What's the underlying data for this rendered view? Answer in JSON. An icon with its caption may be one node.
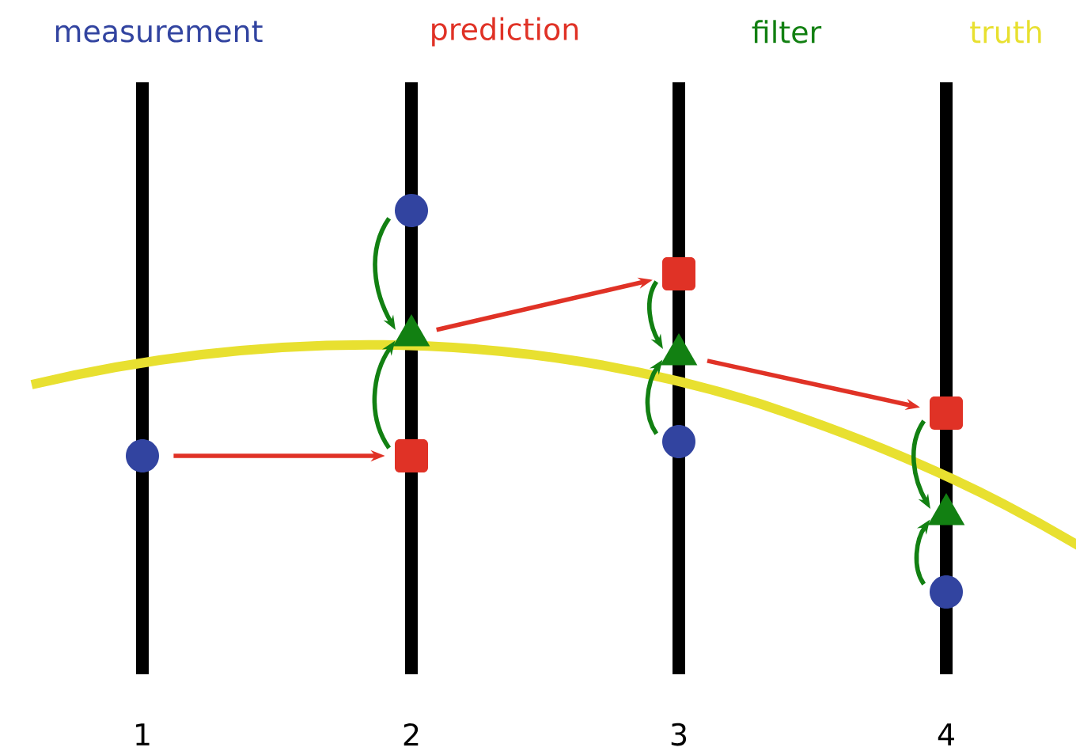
{
  "diagram": {
    "nodes": [
      {
        "text": [],
        "shape": "circle"
      },
      {
        "text": [],
        "shape": "circle"
      },
      {
        "text": [],
        "shape": "triangle"
      },
      {
        "text": [],
        "shape": "box"
      },
      {
        "text": [],
        "shape": "box"
      },
      {
        "text": [],
        "shape": "triangle"
      },
      {
        "text": [],
        "shape": "circle"
      },
      {
        "text": [],
        "shape": "box"
      },
      {
        "text": [],
        "shape": "triangle"
      },
      {
        "text": [],
        "shape": "circle"
      }
    ],
    "edges": [
      {
        "from": 0,
        "to": 3,
        "arrow": "to",
        "color": "#e03226"
      },
      {
        "from": 1,
        "to": 2,
        "arrow": "to"
      },
      {
        "from": 3,
        "to": 2,
        "arrow": "to"
      },
      {
        "from": 2,
        "to": 4,
        "arrow": "to",
        "color": "#e03226"
      },
      {
        "from": 4,
        "to": 5,
        "arrow": "to"
      },
      {
        "from": 6,
        "to": 5,
        "arrow": "to"
      },
      {
        "from": 5,
        "to": 7,
        "arrow": "to",
        "color": "#e03226"
      },
      {
        "from": 7,
        "to": 8,
        "arrow": "to"
      },
      {
        "from": 9,
        "to": 8,
        "arrow": "to"
      }
    ],
    "labels": [
      "1",
      "2",
      "3",
      "4"
    ],
    "legend": [
      {
        "text": "measurement",
        "color": "#3244a0"
      },
      {
        "text": "prediction",
        "color": "#e03226"
      },
      {
        "text": "filter",
        "color": "#128012"
      },
      {
        "text": "truth",
        "color": "#e8e030"
      }
    ]
  }
}
